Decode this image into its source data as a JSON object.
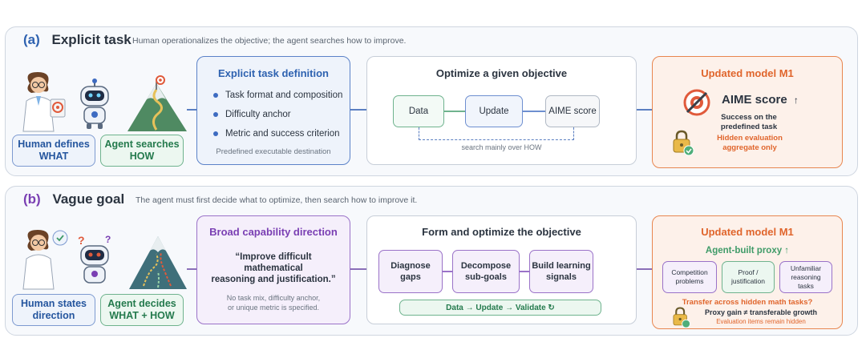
{
  "panel_a": {
    "tag": "(a)",
    "title": "Explicit task",
    "subtitle": "Human operationalizes the objective; the agent searches how to improve.",
    "human_label_1": "Human defines",
    "human_label_2": "WHAT",
    "agent_label_1": "Agent searches",
    "agent_label_2": "HOW",
    "definition": {
      "title": "Explicit task definition",
      "items": [
        "Task format and composition",
        "Difficulty anchor",
        "Metric and success criterion"
      ],
      "note": "Predefined executable destination"
    },
    "optimize": {
      "title": "Optimize a given objective",
      "nodes": [
        "Data",
        "Update",
        "AIME score"
      ],
      "search_note": "search mainly over HOW"
    },
    "result": {
      "title": "Updated model M1",
      "score_label": "AIME score",
      "arrow": "↑",
      "success_1": "Success on the",
      "success_2": "predefined task",
      "hidden_1": "Hidden evaluation",
      "hidden_2": "aggregate only"
    }
  },
  "panel_b": {
    "tag": "(b)",
    "title": "Vague goal",
    "subtitle": "The agent must first decide what to optimize, then search how to improve it.",
    "human_label_1": "Human states",
    "human_label_2": "direction",
    "agent_label_1": "Agent decides",
    "agent_label_2": "WHAT + HOW",
    "direction": {
      "title": "Broad capability direction",
      "quote_1": "“Improve difficult",
      "quote_2": "mathematical",
      "quote_3": "reasoning and justification.”",
      "note_1": "No task mix, difficulty anchor,",
      "note_2": "or unique metric is specified."
    },
    "form": {
      "title": "Form and optimize the objective",
      "steps": [
        {
          "l1": "Diagnose",
          "l2": "gaps"
        },
        {
          "l1": "Decompose",
          "l2": "sub-goals"
        },
        {
          "l1": "Build learning",
          "l2": "signals"
        }
      ],
      "loop": "Data → Update → Validate ↻"
    },
    "result": {
      "title": "Updated model M1",
      "proxy": "Agent-built proxy ↑",
      "chips": [
        {
          "l1": "Competition",
          "l2": "problems",
          "l3": ""
        },
        {
          "l1": "Proof /",
          "l2": "justification",
          "l3": ""
        },
        {
          "l1": "Unfamiliar",
          "l2": "reasoning",
          "l3": "tasks"
        }
      ],
      "transfer": "Transfer across hidden math tasks?",
      "gain": "Proxy gain ≠ transferable growth",
      "hidden": "Evaluation items remain hidden"
    }
  },
  "colors": {
    "blue": "#3d6bc1",
    "purple": "#7a3fb3",
    "orange": "#e8723a",
    "green": "#3f9b68"
  }
}
